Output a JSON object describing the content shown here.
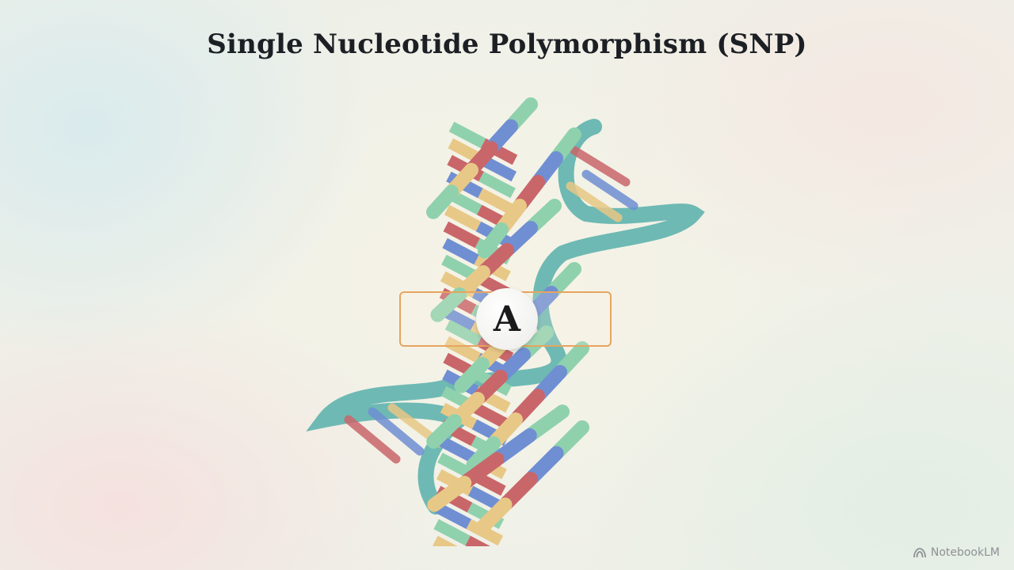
{
  "slide": {
    "title": "Single Nucleotide Polymorphism (SNP)"
  },
  "snp": {
    "base_letter": "A"
  },
  "watermark": {
    "icon": "notebooklm-logo-icon",
    "label": "NotebookLM"
  },
  "colors": {
    "backbone": "#5fb3ad",
    "base_red": "#c9666a",
    "base_blue": "#6f8fd2",
    "base_yellow": "#e8c886",
    "base_green": "#8fd1ad",
    "highlight_border": "#e6a560"
  }
}
